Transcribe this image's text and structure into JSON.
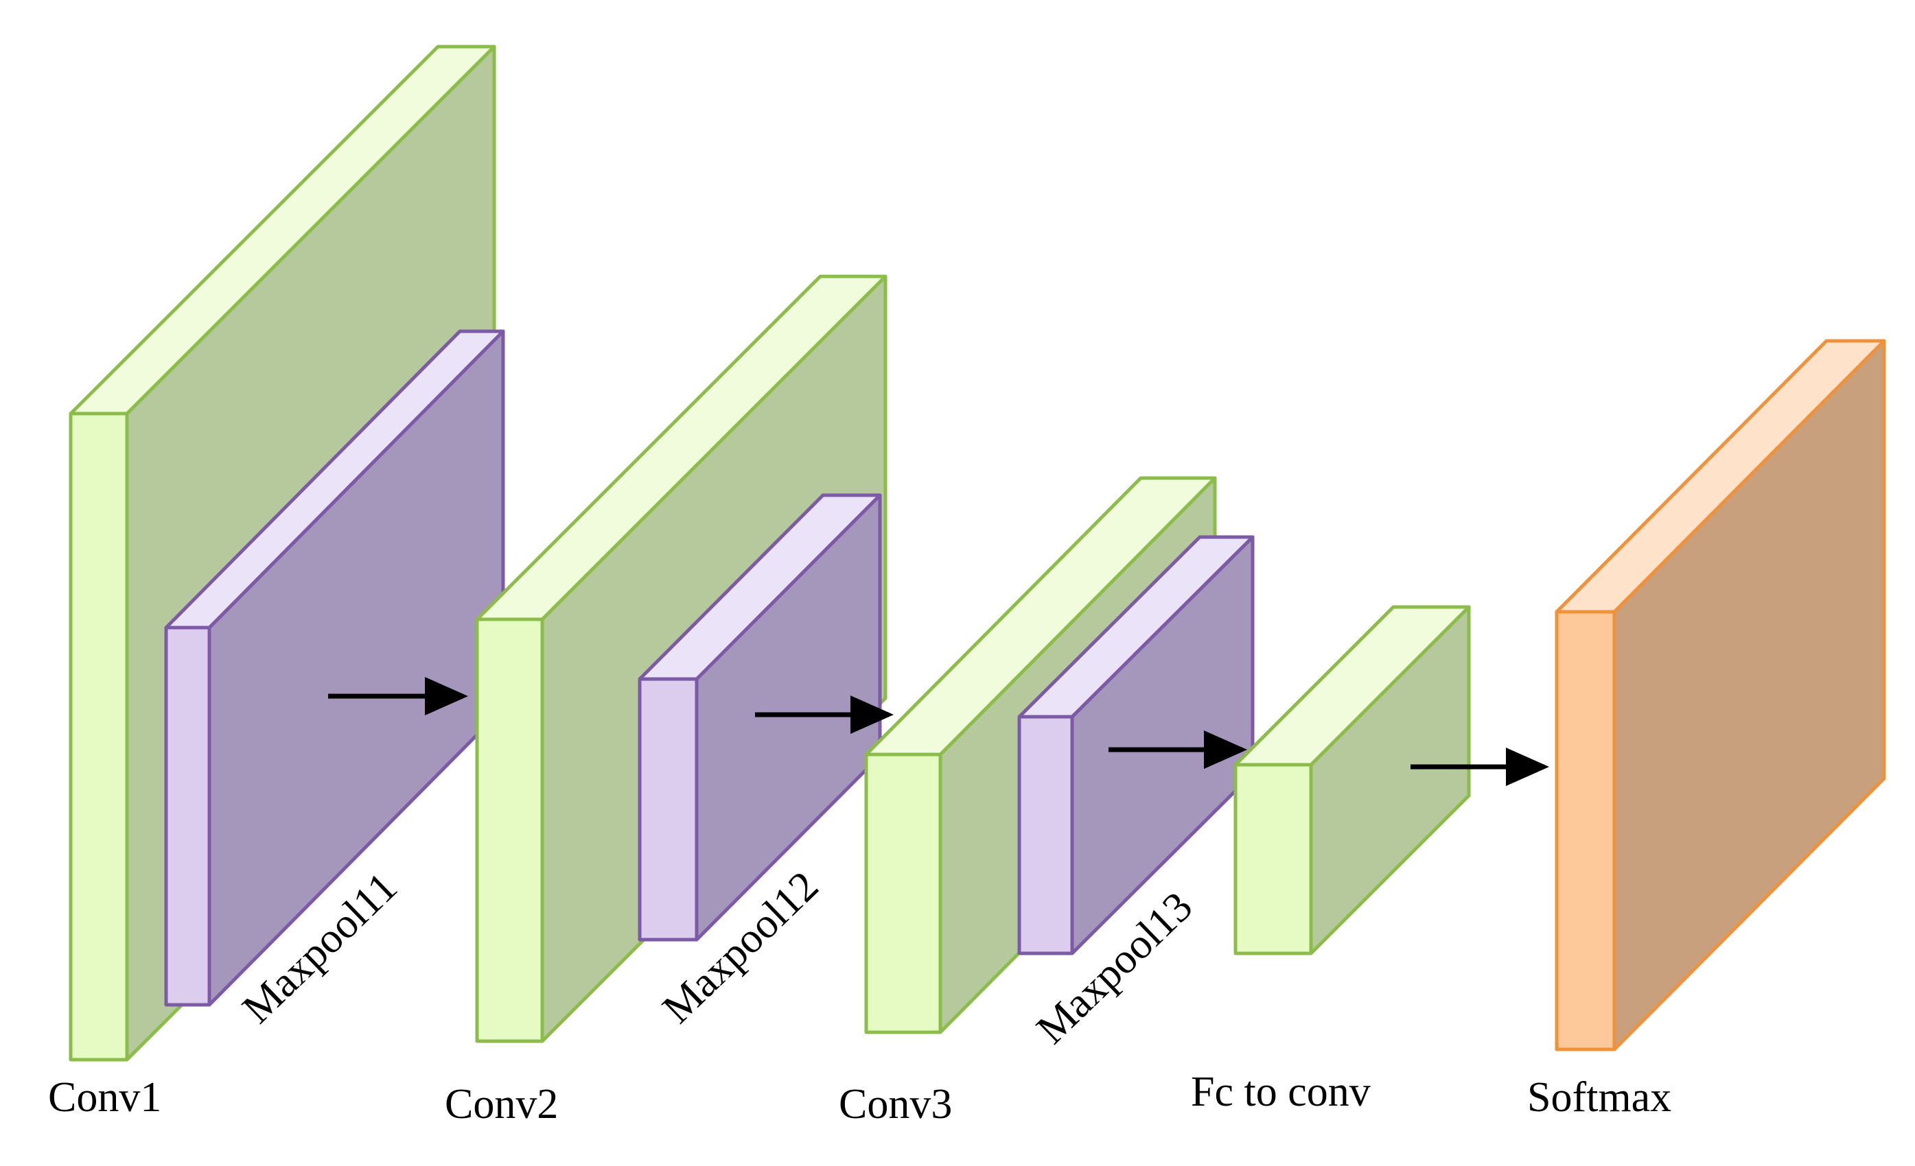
{
  "layers": [
    {
      "id": "conv1",
      "label": "Conv1",
      "kind": "conv"
    },
    {
      "id": "maxpool11",
      "label": "Maxpool11",
      "kind": "pool"
    },
    {
      "id": "conv2",
      "label": "Conv2",
      "kind": "conv"
    },
    {
      "id": "maxpool12",
      "label": "Maxpool12",
      "kind": "pool"
    },
    {
      "id": "conv3",
      "label": "Conv3",
      "kind": "conv"
    },
    {
      "id": "maxpool13",
      "label": "Maxpool13",
      "kind": "pool"
    },
    {
      "id": "fc_to_conv",
      "label": "Fc to conv",
      "kind": "conv"
    },
    {
      "id": "softmax",
      "label": "Softmax",
      "kind": "output"
    }
  ],
  "colors": {
    "conv_front": "#e6fbc4",
    "conv_top": "#f1fcdc",
    "conv_side": "#b6c99c",
    "conv_stroke": "#8cbc4a",
    "pool_front": "#dccdee",
    "pool_top": "#ebe3f7",
    "pool_side": "#a596bb",
    "pool_stroke": "#7c5aa6",
    "softmax_front": "#fdc99a",
    "softmax_top": "#fee3ca",
    "softmax_side": "#c9a07e",
    "softmax_stroke": "#f0923c",
    "arrow": "#000000"
  }
}
